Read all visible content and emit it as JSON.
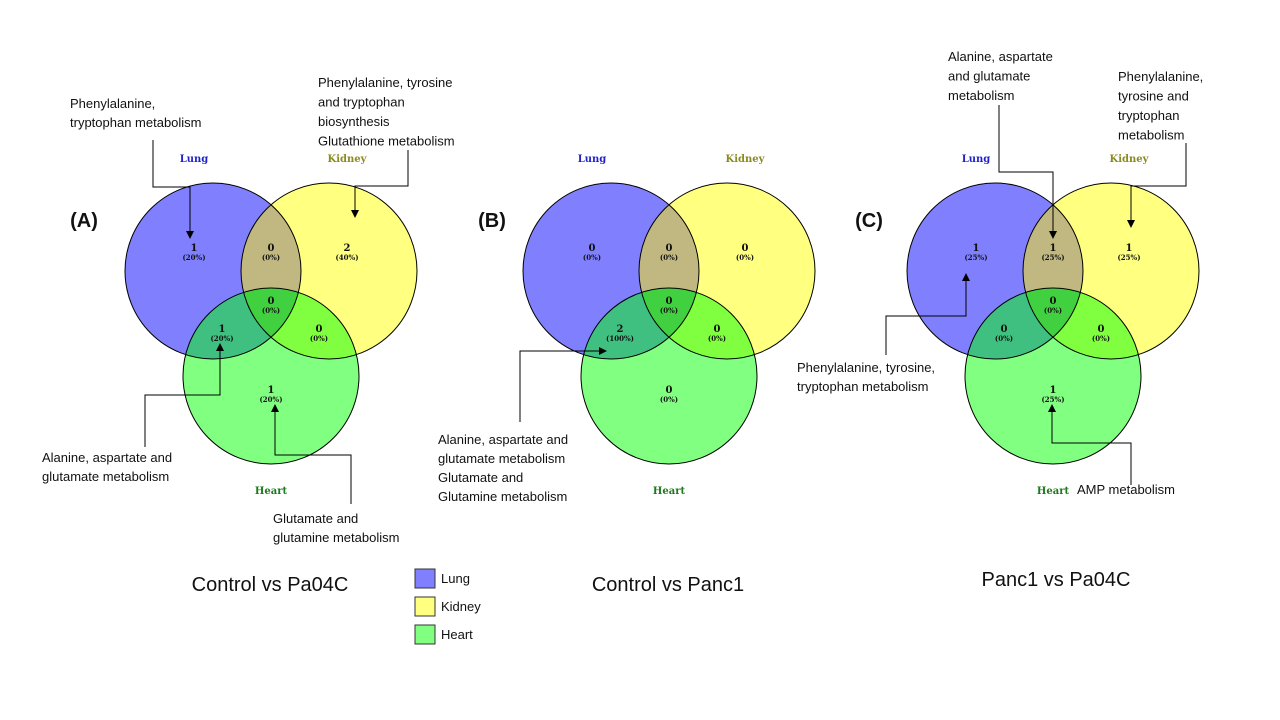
{
  "colors": {
    "lung": "#8080ff",
    "kidney": "#ffff80",
    "heart": "#80ff80",
    "lung_kidney": "#c0b880",
    "lung_heart": "#40c080",
    "kidney_heart": "#80ff40",
    "all": "#40d040",
    "lung_label": "#1f1fd0",
    "kidney_label": "#8a8a20",
    "heart_label": "#1a7a1a"
  },
  "set_labels": {
    "lung": "Lung",
    "kidney": "Kidney",
    "heart": "Heart"
  },
  "panels": [
    {
      "label": "(A)",
      "caption": "Control vs Pa04C",
      "regions": {
        "lung_only": {
          "count": "1",
          "pct": "(20%)"
        },
        "lung_kidney": {
          "count": "0",
          "pct": "(0%)"
        },
        "kidney_only": {
          "count": "2",
          "pct": "(40%)"
        },
        "all": {
          "count": "0",
          "pct": "(0%)"
        },
        "lung_heart": {
          "count": "1",
          "pct": "(20%)"
        },
        "kidney_heart": {
          "count": "0",
          "pct": "(0%)"
        },
        "heart_only": {
          "count": "1",
          "pct": "(20%)"
        }
      },
      "annotations": [
        [
          "Phenylalanine,",
          "tryptophan  metabolism"
        ],
        [
          "Phenylalanine, tyrosine",
          "and tryptophan",
          "biosynthesis",
          "Glutathione metabolism"
        ],
        [
          "Alanine, aspartate and",
          "glutamate metabolism"
        ],
        [
          "Glutamate and",
          "glutamine metabolism"
        ]
      ]
    },
    {
      "label": "(B)",
      "caption": "Control vs Panc1",
      "regions": {
        "lung_only": {
          "count": "0",
          "pct": "(0%)"
        },
        "lung_kidney": {
          "count": "0",
          "pct": "(0%)"
        },
        "kidney_only": {
          "count": "0",
          "pct": "(0%)"
        },
        "all": {
          "count": "0",
          "pct": "(0%)"
        },
        "lung_heart": {
          "count": "2",
          "pct": "(100%)"
        },
        "kidney_heart": {
          "count": "0",
          "pct": "(0%)"
        },
        "heart_only": {
          "count": "0",
          "pct": "(0%)"
        }
      },
      "annotations": [
        [
          "Alanine, aspartate and",
          "glutamate metabolism",
          "Glutamate and",
          "Glutamine metabolism"
        ]
      ]
    },
    {
      "label": "(C)",
      "caption": "Panc1 vs Pa04C",
      "regions": {
        "lung_only": {
          "count": "1",
          "pct": "(25%)"
        },
        "lung_kidney": {
          "count": "1",
          "pct": "(25%)"
        },
        "kidney_only": {
          "count": "1",
          "pct": "(25%)"
        },
        "all": {
          "count": "0",
          "pct": "(0%)"
        },
        "lung_heart": {
          "count": "0",
          "pct": "(0%)"
        },
        "kidney_heart": {
          "count": "0",
          "pct": "(0%)"
        },
        "heart_only": {
          "count": "1",
          "pct": "(25%)"
        }
      },
      "annotations": [
        [
          "Alanine, aspartate",
          "and glutamate",
          "metabolism"
        ],
        [
          "Phenylalanine,",
          "tyrosine and",
          "tryptophan",
          "metabolism"
        ],
        [
          "Phenylalanine, tyrosine,",
          "tryptophan  metabolism"
        ],
        [
          "AMP  metabolism"
        ]
      ]
    }
  ],
  "legend": [
    {
      "label": "Lung",
      "color": "#8080ff"
    },
    {
      "label": "Kidney",
      "color": "#ffff80"
    },
    {
      "label": "Heart",
      "color": "#80ff80"
    }
  ]
}
